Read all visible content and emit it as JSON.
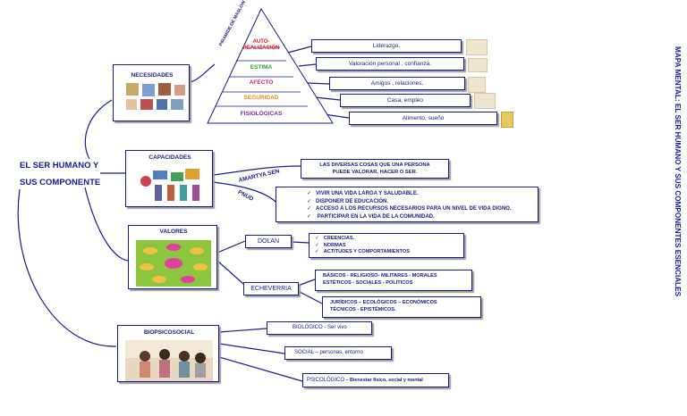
{
  "main_title_line1": "EL SER HUMANO Y",
  "main_title_line2": "SUS COMPONENTE",
  "vertical_title": "MAPA MENTAL: EL SER HUMANO Y SUS COMPONENTES ESENCIALES",
  "necesidades": {
    "title": "NECESIDADES",
    "pyramid_side": "PIRAMIDE DE MASLOW",
    "levels": [
      {
        "label_line1": "AUTO-",
        "label_line2": "REALIZACIÓN",
        "color": "#e0202a",
        "desc": "Liderazgo."
      },
      {
        "label_line1": "ESTIMA",
        "label_line2": "",
        "color": "#2e9e3a",
        "desc": "Valoración personal , confianza."
      },
      {
        "label_line1": "AFECTO",
        "label_line2": "",
        "color": "#d0206e",
        "desc": "Amigos , relaciones."
      },
      {
        "label_line1": "SEGURIDAD",
        "label_line2": "",
        "color": "#e08a20",
        "desc": "Casa, empleo"
      },
      {
        "label_line1": "FISIOLÓGICAS",
        "label_line2": "",
        "color": "#7a2aa0",
        "desc": "Alimento, sueño"
      }
    ]
  },
  "capacidades": {
    "title": "CAPACIDADES",
    "amartya_label": "AMARTYA SEN",
    "amartya_text_line1": "LAS DIVERSAS COSAS QUE UNA PERSONA",
    "amartya_text_line2": "PUEDE VALORAR, HACER O SER.",
    "pnud_label": "PNUD",
    "pnud_items": [
      "VIVIR UNA VIDA LARGA Y SALUDABLE.",
      "DISPONER DE EDUCACIÓN.",
      "ACCESO A LOS RECURSOS NECESARIOS PARA UN NIVEL DE VIDA DIGNO.",
      " PARTICIPAR EN LA VIDA DE LA COMUNIDAD."
    ]
  },
  "valores": {
    "title": "VALORES",
    "dolan_label": "DOLAN",
    "dolan_items": [
      "CREENCIAS.",
      "NORMAS",
      "ACTITUDES Y COMPORTAMIENTOS"
    ],
    "echeverria_label": "ECHEVERRIA",
    "echeverria_box1_line1": "BÁSICOS   -  RELIGIOSO-  MILITARES  -  MORALES",
    "echeverria_box1_line2": "ESTÉTICOS  -  SOCIALES  -  POLÍTICOS",
    "echeverria_box2_line1": "JURÍDICOS – ECOLÓGICOS – ECONÓMICOS",
    "echeverria_box2_line2": "TÉCNICOS - EPISTÉMICOS."
  },
  "biopsicosocial": {
    "title": "BIOPSICOSOCIAL",
    "biologico": "BIOLÓGICO  - Ser vivo",
    "social": "SOCIAL   – personas, entorno",
    "psicologico_label": "PSICOLÓGICO",
    "psicologico_desc": " –  Bienestar físico, social y mental"
  }
}
